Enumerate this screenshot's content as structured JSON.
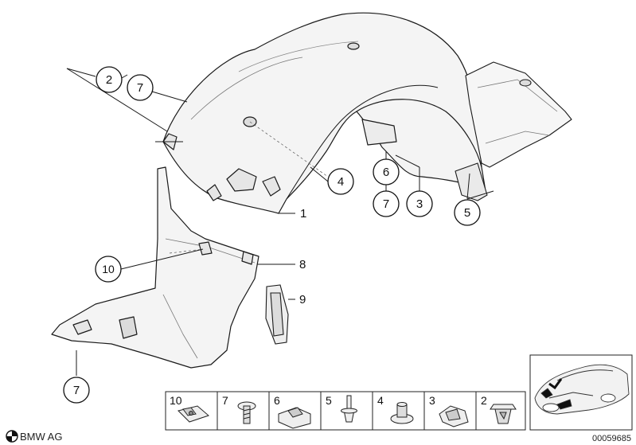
{
  "callouts": {
    "c2": "2",
    "c7a": "7",
    "c4": "4",
    "c6": "6",
    "c7b": "7",
    "c3": "3",
    "c5": "5",
    "c1": "1",
    "c10": "10",
    "c8": "8",
    "c9": "9",
    "c7c": "7"
  },
  "parts_strip": {
    "labels": [
      "10",
      "7",
      "6",
      "5",
      "4",
      "3",
      "2"
    ],
    "icons": [
      "u-nut-icon",
      "screw-icon",
      "clip-block-icon",
      "expanding-rivet-icon",
      "collar-nut-icon",
      "spring-clip-icon",
      "push-clip-icon"
    ]
  },
  "footer": {
    "brand": "BMW AG",
    "diagram_number": "00059685",
    "brand_icon": "bmw-roundel-icon",
    "thumbnail_icon": "car-location-icon"
  }
}
